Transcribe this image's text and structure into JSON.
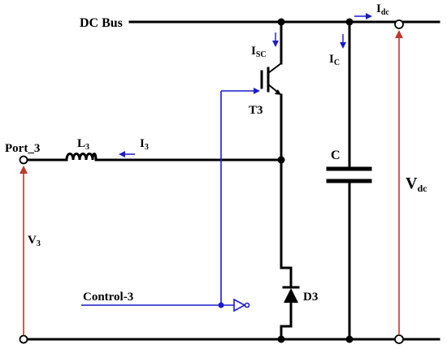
{
  "labels": {
    "dc_bus": "DC Bus",
    "port": "Port_3",
    "inductor_main": "L",
    "inductor_sub": "3",
    "current_i3_main": "I",
    "current_i3_sub": "3",
    "current_isc_main": "I",
    "current_isc_sub": "SC",
    "current_ic_main": "I",
    "current_ic_sub": "C",
    "current_idc_main": "I",
    "current_idc_sub": "dc",
    "transistor": "T3",
    "capacitor": "C",
    "voltage_vdc_main": "V",
    "voltage_vdc_sub": "dc",
    "voltage_v3_main": "V",
    "voltage_v3_sub": "3",
    "control": "Control-3",
    "diode": "D3"
  },
  "colors": {
    "wire": "#000000",
    "control_signal": "#1a1acc",
    "voltage_arrow": "#c0392b",
    "current_arrow": "#1a1acc"
  }
}
